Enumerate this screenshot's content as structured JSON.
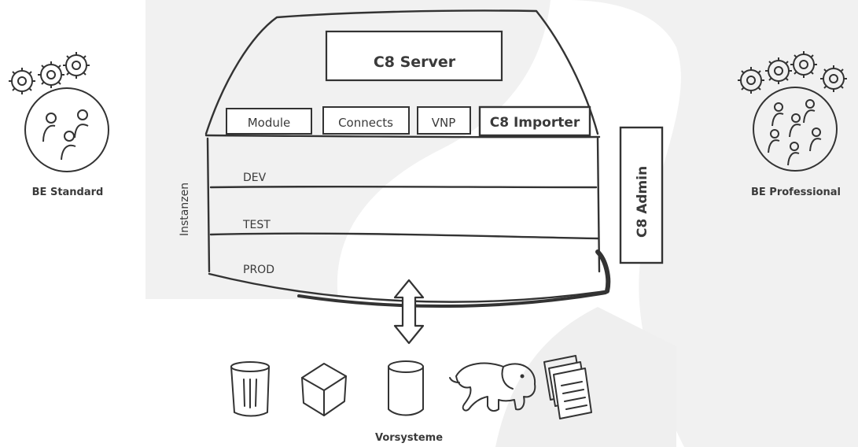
{
  "server": {
    "title": "C8 Server",
    "components": [
      "Module",
      "Connects",
      "VNP",
      "C8 Importer"
    ]
  },
  "instances": {
    "label": "Instanzen",
    "levels": [
      "DEV",
      "TEST",
      "PROD"
    ]
  },
  "admin": {
    "label": "C8 Admin"
  },
  "users": {
    "standard": "BE Standard",
    "professional": "BE Professional"
  },
  "source_systems": {
    "label": "Vorsysteme",
    "icons": [
      "trash-bin-icon",
      "cube-icon",
      "database-cylinder-icon",
      "elephant-icon",
      "documents-icon"
    ]
  },
  "colors": {
    "background_shape": "#f1f1f1",
    "line": "#333333",
    "text": "#3a3a3a"
  }
}
